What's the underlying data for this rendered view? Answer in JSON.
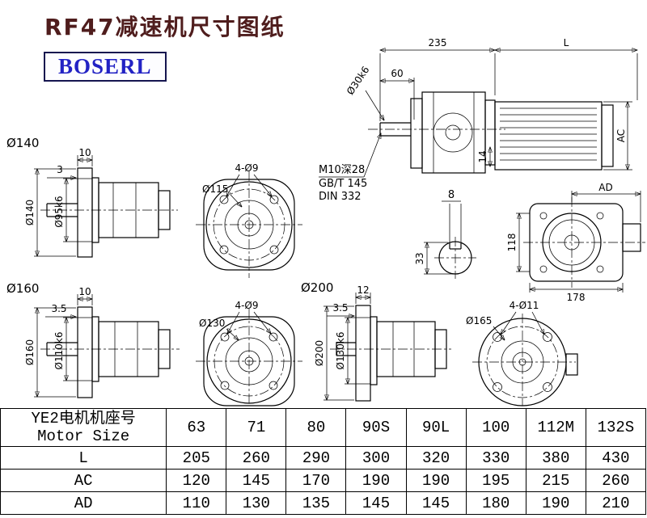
{
  "page": {
    "title": "RF47减速机尺寸图纸",
    "logo": "BOSERL"
  },
  "colors": {
    "title_text": "#4f1d1d",
    "logo_text": "#2222c4",
    "logo_border": "#15154f",
    "line": "#000000"
  },
  "drawing": {
    "main_view": {
      "d235": "235",
      "dL": "L",
      "d60": "60",
      "shaft_dia": "Ø30k6",
      "ac": "AC",
      "d14": "14",
      "note1": "M10深28",
      "note2": "GB/T 145",
      "note3": "DIN 332"
    },
    "shaft_section": {
      "key_width": "8",
      "depth": "33"
    },
    "rear_view": {
      "ad": "AD",
      "h118": "118",
      "w178": "178"
    },
    "flange140_side": {
      "label": "Ø140",
      "t10": "10",
      "t3": "3",
      "od": "Ø140",
      "pilot": "Ø95k6"
    },
    "flange140_front": {
      "bolt_circle": "Ø115",
      "holes": "4-Ø9"
    },
    "flange160_side": {
      "label": "Ø160",
      "t10": "10",
      "t35": "3.5",
      "od": "Ø160",
      "pilot": "Ø110k6"
    },
    "flange160_front": {
      "bolt_circle": "Ø130",
      "holes": "4-Ø9"
    },
    "flange200_side": {
      "label": "Ø200",
      "t12": "12",
      "t35": "3.5",
      "od": "Ø200",
      "pilot": "Ø130k6"
    },
    "flange200_front": {
      "bolt_circle": "Ø165",
      "holes": "4-Ø11"
    }
  },
  "table": {
    "header_cn": "YE2电机机座号",
    "header_en": "Motor Size",
    "sizes": [
      "63",
      "71",
      "80",
      "90S",
      "90L",
      "100",
      "112M",
      "132S"
    ],
    "rows": [
      {
        "label": "L",
        "values": [
          "205",
          "260",
          "290",
          "300",
          "320",
          "330",
          "380",
          "430"
        ]
      },
      {
        "label": "AC",
        "values": [
          "120",
          "145",
          "170",
          "190",
          "190",
          "195",
          "215",
          "260"
        ]
      },
      {
        "label": "AD",
        "values": [
          "110",
          "130",
          "135",
          "145",
          "145",
          "180",
          "190",
          "210"
        ]
      }
    ]
  }
}
